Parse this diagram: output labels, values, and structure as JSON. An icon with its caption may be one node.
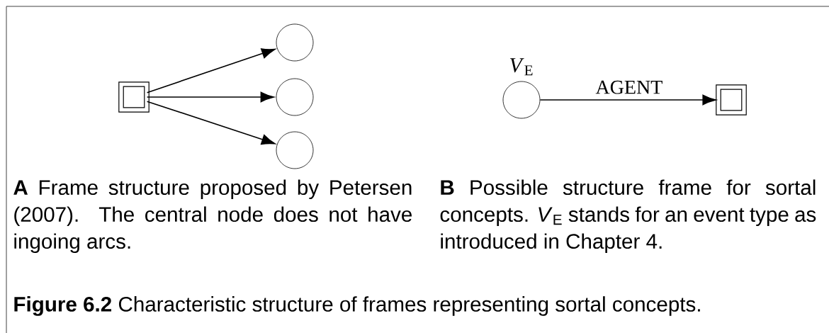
{
  "diagram": {
    "caption": "**Figure 6.2** Characteristic structure of frames representing sortal concepts.",
    "nodes": [
      {
        "text": [],
        "shape": "box"
      },
      {
        "text": [],
        "shape": "circle"
      },
      {
        "text": [],
        "shape": "circle"
      },
      {
        "text": [],
        "shape": "circle"
      },
      {
        "text": [],
        "shape": "circle",
        "beside": [
          "*V*$_{E}$"
        ]
      },
      {
        "text": [],
        "shape": "box"
      }
    ],
    "edges": [
      {
        "from": 0,
        "to": 1,
        "arrow": "to"
      },
      {
        "from": 0,
        "to": 2,
        "arrow": "to"
      },
      {
        "from": 0,
        "to": 3,
        "arrow": "to"
      },
      {
        "from": 4,
        "to": 5,
        "arrow": "to",
        "label": "AGENT"
      }
    ],
    "labels": [
      "**A** Frame structure proposed by Petersen (2007). The central node does not have ingoing arcs.",
      "**B** Possible structure frame for sortal concepts. *V*$_{E}$ stands for an event type as introduced in Chapter 4."
    ]
  }
}
